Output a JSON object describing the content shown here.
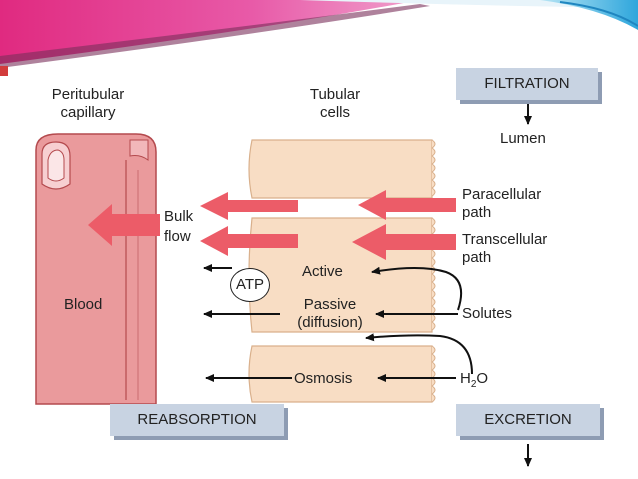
{
  "labels": {
    "peritubular": [
      "Peritubular",
      "capillary"
    ],
    "tubular": [
      "Tubular",
      "cells"
    ],
    "blood": "Blood",
    "bulk_flow": [
      "Bulk",
      "flow"
    ],
    "lumen": "Lumen",
    "paracellular": [
      "Paracellular",
      "path"
    ],
    "transcellular": [
      "Transcellular",
      "path"
    ],
    "active": "Active",
    "atp": "ATP",
    "passive": [
      "Passive",
      "(diffusion)"
    ],
    "solutes": "Solutes",
    "osmosis": "Osmosis",
    "water": {
      "main": "H",
      "sub": "2",
      "tail": "O"
    }
  },
  "boxes": {
    "filtration": "FILTRATION",
    "reabsorption": "REABSORPTION",
    "excretion": "EXCRETION"
  },
  "colors": {
    "vessel": "#ea9a9c",
    "vessel_outline": "#b44a4e",
    "cell": "#f8ddc4",
    "cell_outline": "#d9b08c",
    "red_arrow": "#ec5c68",
    "box_fill": "#c8d3e2",
    "box_shadow": "#8e9cb3",
    "banner_pink": "#e03c8c",
    "banner_cyan": "#3ab0e0"
  }
}
